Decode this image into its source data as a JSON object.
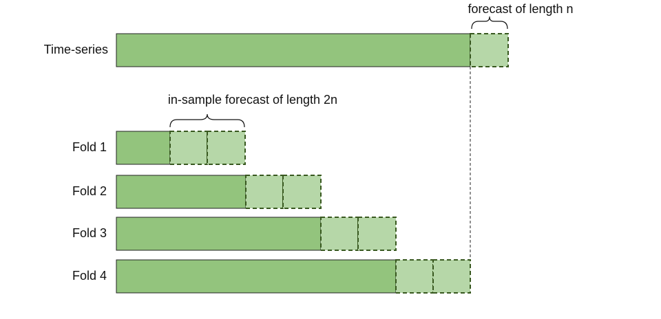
{
  "colors": {
    "history_fill": "#93c47d",
    "forecast_fill": "#b6d7a8",
    "forecast_border": "#38581f",
    "bar_border": "#222222",
    "text": "#111111"
  },
  "diagram": {
    "series_label": "Time-series",
    "forecast_note": "forecast of length n",
    "in_sample_note": "in-sample forecast of length 2n",
    "folds": [
      {
        "label": "Fold 1",
        "history_blocks": 1,
        "forecast_blocks": 2
      },
      {
        "label": "Fold 2",
        "history_blocks": 3,
        "forecast_blocks": 2
      },
      {
        "label": "Fold 3",
        "history_blocks": 5,
        "forecast_blocks": 2
      },
      {
        "label": "Fold 4",
        "history_blocks": 7,
        "forecast_blocks": 2
      }
    ],
    "series_history_blocks": 9,
    "series_forecast_blocks": 1
  }
}
